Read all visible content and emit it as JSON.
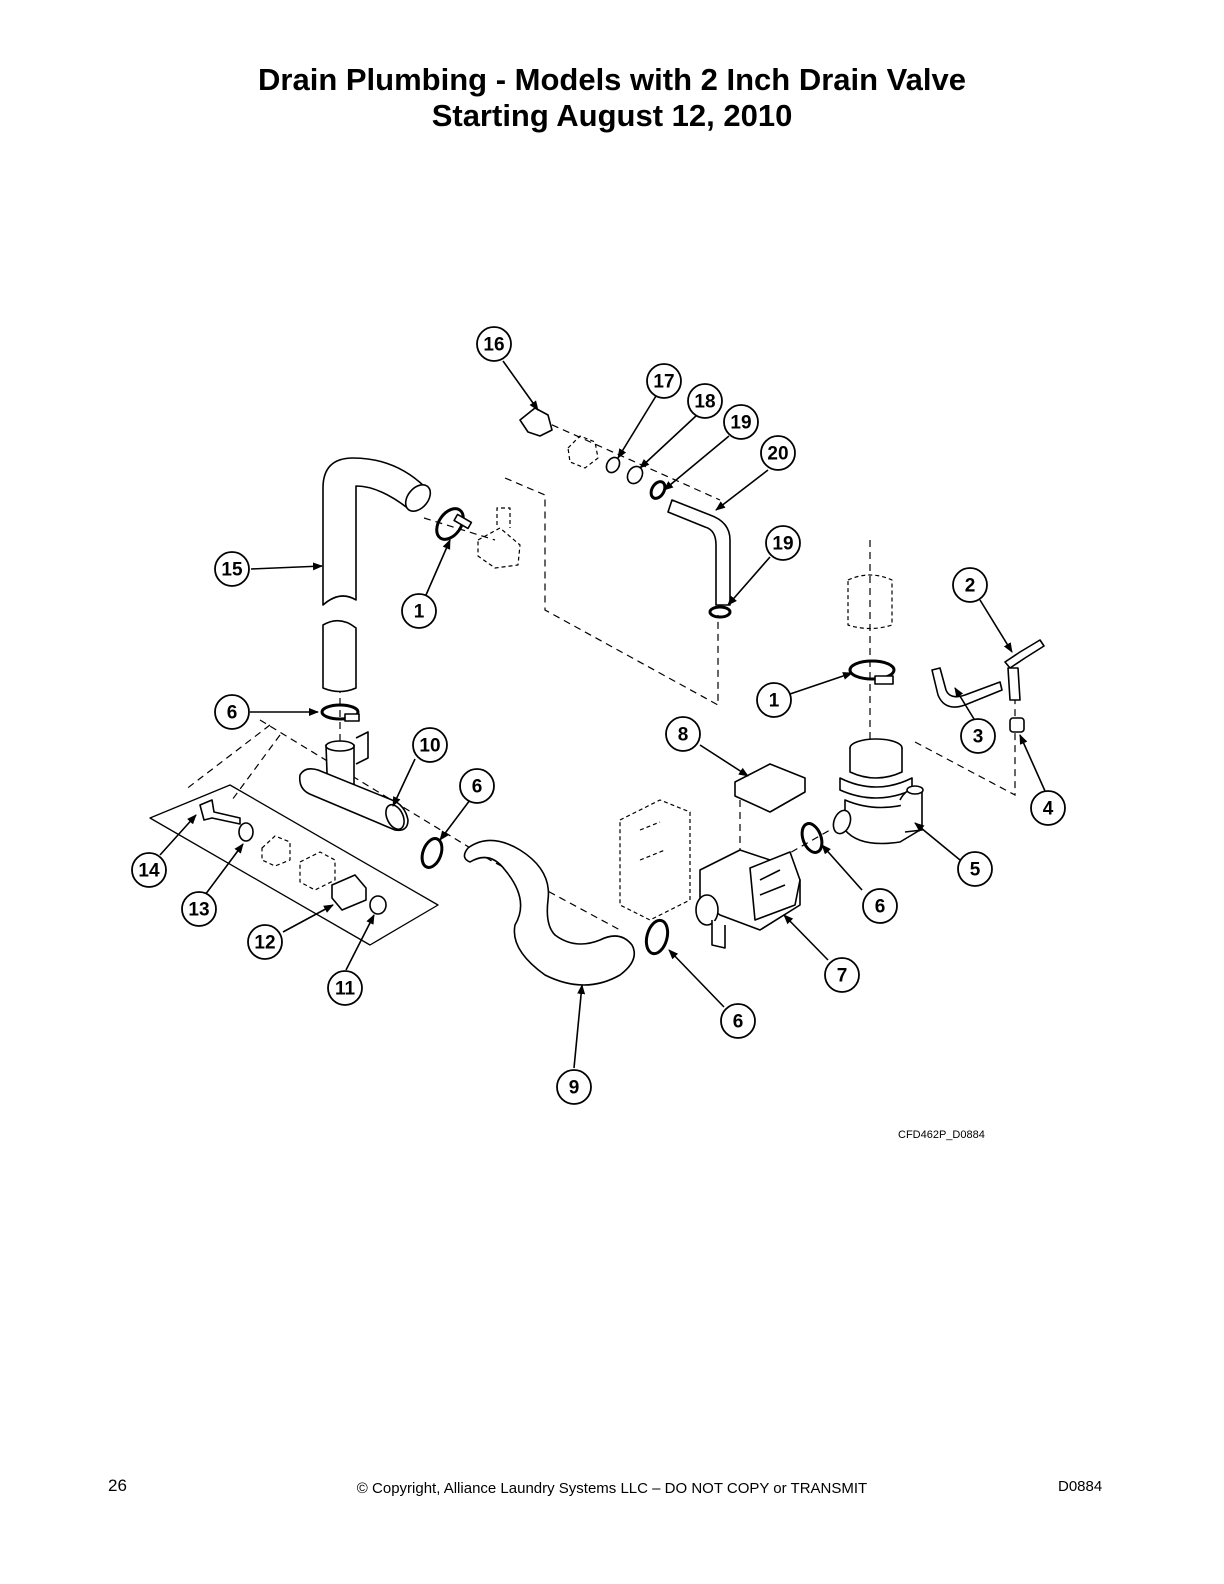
{
  "title": {
    "line1": "Drain Plumbing - Models with 2 Inch Drain Valve",
    "line2": "Starting August 12, 2010"
  },
  "callouts": [
    "16",
    "17",
    "18",
    "19",
    "20",
    "19",
    "15",
    "1",
    "2",
    "1",
    "3",
    "6",
    "10",
    "6",
    "8",
    "4",
    "5",
    "14",
    "13",
    "6",
    "12",
    "7",
    "11",
    "6",
    "9"
  ],
  "figure_id": "CFD462P_D0884",
  "footer": {
    "page_number": "26",
    "copyright": "© Copyright, Alliance Laundry Systems LLC – DO NOT COPY or TRANSMIT",
    "doc_code": "D0884"
  }
}
